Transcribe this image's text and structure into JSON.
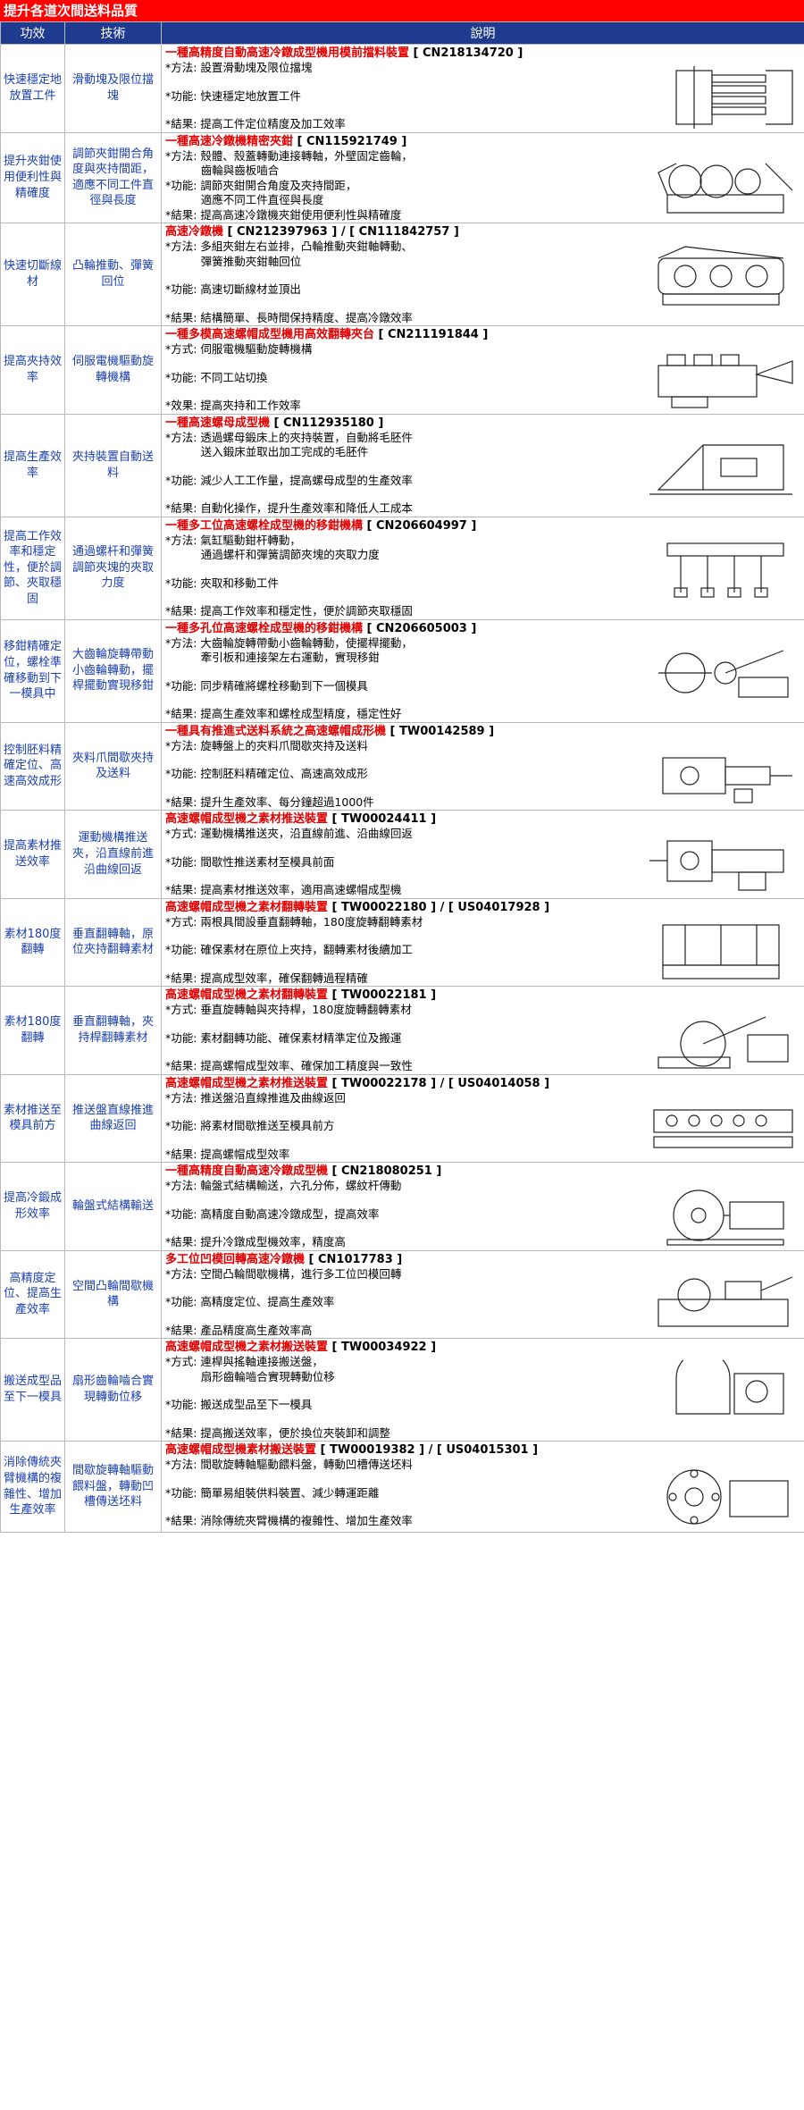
{
  "title": "提升各道次間送料品質",
  "headers": {
    "effect": "功效",
    "tech": "技術",
    "desc": "說明"
  },
  "rows": [
    {
      "effect": "快速穩定地放置工件",
      "tech": "滑動塊及限位擋塊",
      "patent_name": "一種高精度自動高速冷鐓成型機用模前擋料裝置",
      "patent_no": " [ CN218134720 ]",
      "lines": [
        "*方法: 設置滑動塊及限位擋塊",
        "",
        "*功能: 快速穩定地放置工件",
        "",
        "*結果: 提高工件定位精度及加工效率"
      ],
      "drawing": "drawing-guide-block"
    },
    {
      "effect": "提升夾鉗使用便利性與精確度",
      "tech": "調節夾鉗開合角度與夾持間距，適應不同工件直徑與長度",
      "patent_name": "一種高速冷鐓機精密夾鉗",
      "patent_no": " [ CN115921749 ]",
      "lines": [
        "*方法: 殼體、殼蓋轉動連接轉軸，外壁固定齒輪，",
        "          齒輪與齒板嚙合",
        "*功能: 調節夾鉗開合角度及夾持間距，",
        "          適應不同工件直徑與長度",
        "*結果: 提高高速冷鐓機夾鉗使用便利性與精確度"
      ],
      "drawing": "drawing-clamp"
    },
    {
      "effect": "快速切斷線材",
      "tech": "凸輪推動、彈簧回位",
      "patent_name": "高速冷鐓機",
      "patent_no": " [ CN212397963 ] / [ CN111842757 ]",
      "lines": [
        "*方法: 多組夾鉗左右並排，凸輪推動夾鉗軸轉動、",
        "          彈簧推動夾鉗軸回位",
        "",
        "*功能: 高速切斷線材並頂出",
        "",
        "*結果: 結構簡單、長時間保持精度、提高冷鐓效率"
      ],
      "drawing": "drawing-machine"
    },
    {
      "effect": "提高夾持效率",
      "tech": "伺服電機驅動旋轉機構",
      "patent_name": "一種多模高速螺帽成型機用高效翻轉夾台",
      "patent_no": " [ CN211191844 ]",
      "lines": [
        "*方式: 伺服電機驅動旋轉機構",
        "",
        "*功能: 不同工站切換",
        "",
        "*效果: 提高夾持和工作效率"
      ],
      "drawing": "drawing-flip-table"
    },
    {
      "effect": "提高生產效率",
      "tech": "夾持裝置自動送料",
      "patent_name": "一種高速螺母成型機",
      "patent_no": " [ CN112935180 ]",
      "lines": [
        "*方法: 透過螺母鍛床上的夾持裝置，自動將毛胚件",
        "          送入鍛床並取出加工完成的毛胚件",
        "",
        "*功能: 減少人工工作量，提高螺母成型的生產效率",
        "",
        "*結果: 自動化操作，提升生產效率和降低人工成本"
      ],
      "drawing": "drawing-nut-former"
    },
    {
      "effect": "提高工作效率和穩定性，便於調節、夾取穩固",
      "tech": "通過螺杆和彈簧調節夾塊的夾取力度",
      "patent_name": "一種多工位高速螺栓成型機的移鉗機構",
      "patent_no": " [ CN206604997 ]",
      "lines": [
        "*方法: 氣缸驅動鉗杆轉動，",
        "          通過螺杆和彈簧調節夾塊的夾取力度",
        "",
        "*功能: 夾取和移動工件",
        "",
        "*結果: 提高工作效率和穩定性，便於調節夾取穩固"
      ],
      "drawing": "drawing-clamp-row"
    },
    {
      "effect": "移鉗精確定位，螺栓準確移動到下一模具中",
      "tech": "大齒輪旋轉帶動小齒輪轉動，擺桿擺動實現移鉗",
      "patent_name": "一種多孔位高速螺栓成型機的移鉗機構",
      "patent_no": " [ CN206605003 ]",
      "lines": [
        "*方法: 大齒輪旋轉帶動小齒輪轉動，使擺桿擺動，",
        "          牽引板和連接架左右運動，實現移鉗",
        "",
        "*功能: 同步精確將螺栓移動到下一個模具",
        "",
        "*結果: 提高生產效率和螺栓成型精度，穩定性好"
      ],
      "drawing": "drawing-gear-transfer"
    },
    {
      "effect": "控制胚料精確定位、高速高效成形",
      "tech": "夾料爪間歇夾持及送料",
      "patent_name": "一種具有推進式送料系統之高速螺帽成形機",
      "patent_no": " [ TW00142589 ]",
      "lines": [
        "*方法: 旋轉盤上的夾料爪間歇夾持及送料",
        "",
        "*功能: 控制胚料精確定位、高速高效成形",
        "",
        "*結果: 提升生產效率、每分鐘超過1000件"
      ],
      "drawing": "drawing-push-feed"
    },
    {
      "effect": "提高素材推送效率",
      "tech": "運動機構推送夾，沿直線前進沿曲線回返",
      "patent_name": "高速螺帽成型機之素材推送裝置",
      "patent_no": " [ TW00024411 ]",
      "lines": [
        "*方式: 運動機構推送夾，沿直線前進、沿曲線回返",
        "",
        "*功能: 間歇性推送素材至模具前面",
        "",
        "*結果: 提高素材推送效率，適用高速螺帽成型機"
      ],
      "drawing": "drawing-pusher"
    },
    {
      "effect": "素材180度翻轉",
      "tech": "垂直翻轉軸，原位夾持翻轉素材",
      "patent_name": "高速螺帽成型機之素材翻轉裝置",
      "patent_no": " [ TW00022180 ] / [ US04017928 ]",
      "lines": [
        "*方式: 兩根具間設垂直翻轉軸，180度旋轉翻轉素材",
        "",
        "*功能: 確保素材在原位上夾持，翻轉素材後續加工",
        "",
        "*結果: 提高成型效率，確保翻轉過程精確"
      ],
      "drawing": "drawing-turn-axis"
    },
    {
      "effect": "素材180度翻轉",
      "tech": "垂直翻轉軸，夾持桿翻轉素材",
      "patent_name": "高速螺帽成型機之素材翻轉裝置",
      "patent_no": " [ TW00022181 ]",
      "lines": [
        "*方式: 垂直旋轉軸與夾持桿，180度旋轉翻轉素材",
        "",
        "*功能: 素材翻轉功能、確保素材精準定位及搬運",
        "",
        "*結果: 提高螺帽成型效率、確保加工精度與一致性"
      ],
      "drawing": "drawing-turn-lever"
    },
    {
      "effect": "素材推送至模具前方",
      "tech": "推送盤直線推進曲線返回",
      "patent_name": "高速螺帽成型機之素材推送裝置",
      "patent_no": " [ TW00022178 ] / [ US04014058 ]",
      "lines": [
        "*方法: 推送盤沿直線推進及曲線返回",
        "",
        "*功能: 將素材間歇推送至模具前方",
        "",
        "*結果: 提高螺帽成型效率"
      ],
      "drawing": "drawing-rail"
    },
    {
      "effect": "提高冷鍛成形效率",
      "tech": "輪盤式結構輸送",
      "patent_name": "一種高精度自動高速冷鐓成型機",
      "patent_no": " [ CN218080251 ]",
      "lines": [
        "*方法: 輪盤式結構輸送，六孔分佈，螺紋杆傳動",
        "",
        "*功能: 高精度自動高速冷鐓成型，提高效率",
        "",
        "*結果: 提升冷鐓成型機效率，精度高"
      ],
      "drawing": "drawing-wheel"
    },
    {
      "effect": "高精度定位、提高生產效率",
      "tech": "空間凸輪間歇機構",
      "patent_name": "多工位凹模回轉高速冷鐓機",
      "patent_no": " [ CN1017783 ]",
      "lines": [
        "*方法: 空間凸輪間歇機構，進行多工位凹模回轉",
        "",
        "*功能: 高精度定位、提高生產效率",
        "",
        "*結果: 產品精度高生產效率高"
      ],
      "drawing": "drawing-rotary-die"
    },
    {
      "effect": "搬送成型品至下一模具",
      "tech": "扇形齒輪嚙合實現轉動位移",
      "patent_name": "高速螺帽成型機之素材搬送裝置",
      "patent_no": " [ TW00034922 ]",
      "lines": [
        "*方式: 連桿與搖軸連接搬送盤，",
        "          扇形齒輪嚙合實現轉動位移",
        "",
        "*功能: 搬送成型品至下一模具",
        "",
        "*結果: 提高搬送效率，便於換位夾裝卸和調整"
      ],
      "drawing": "drawing-sector-gear"
    },
    {
      "effect": "消除傳統夾臂機構的複雜性、增加生產效率",
      "tech": "間歇旋轉軸驅動餵料盤，轉動凹槽傳送坯料",
      "patent_name": "高速螺帽成型機素材搬送裝置",
      "patent_no": " [ TW00019382 ] / [ US04015301 ]",
      "lines": [
        "*方法: 間歇旋轉軸驅動餵料盤，轉動凹槽傳送坯料",
        "",
        "*功能: 簡單易組裝供料裝置、減少轉運距離",
        "",
        "*結果: 消除傳統夾臂機構的複雜性、增加生產效率"
      ],
      "drawing": "drawing-feed-disc"
    }
  ]
}
